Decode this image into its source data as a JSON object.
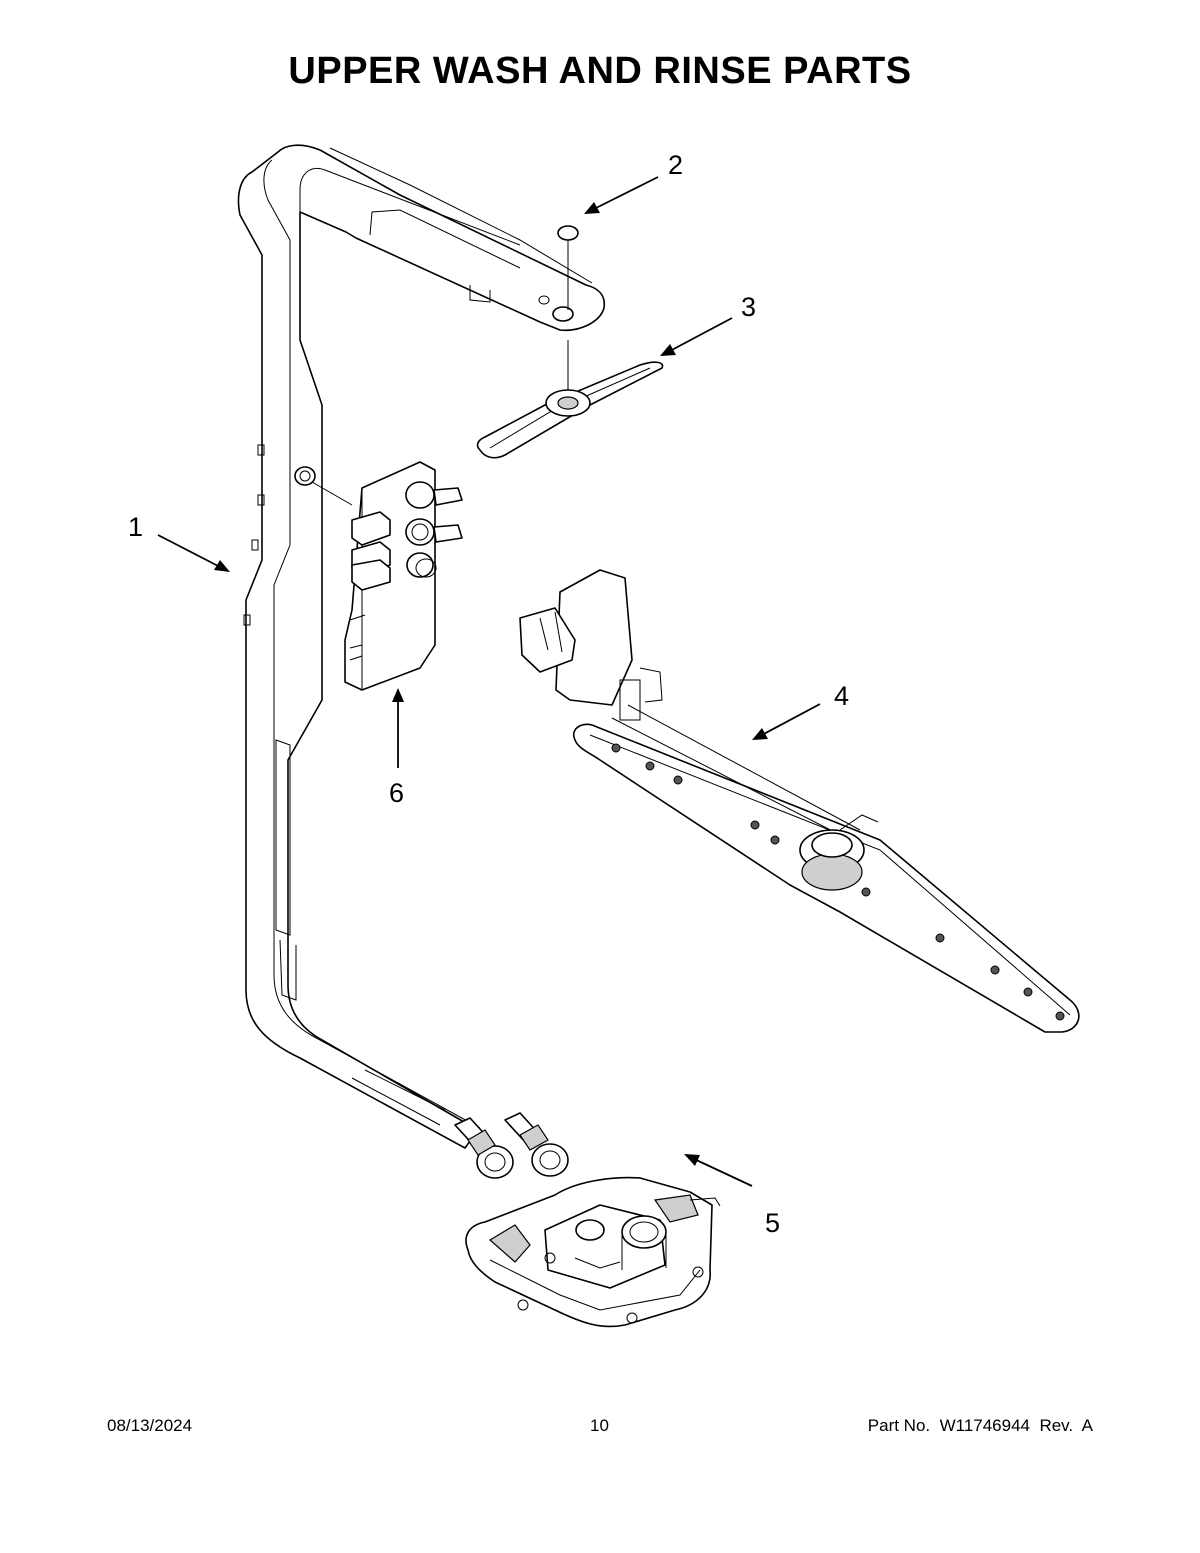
{
  "title": "UPPER WASH AND RINSE PARTS",
  "callouts": [
    "1",
    "2",
    "3",
    "4",
    "5",
    "6"
  ],
  "footer": {
    "date": "08/13/2024",
    "page": "10",
    "part": "Part No.  W11746944  Rev.  A"
  }
}
